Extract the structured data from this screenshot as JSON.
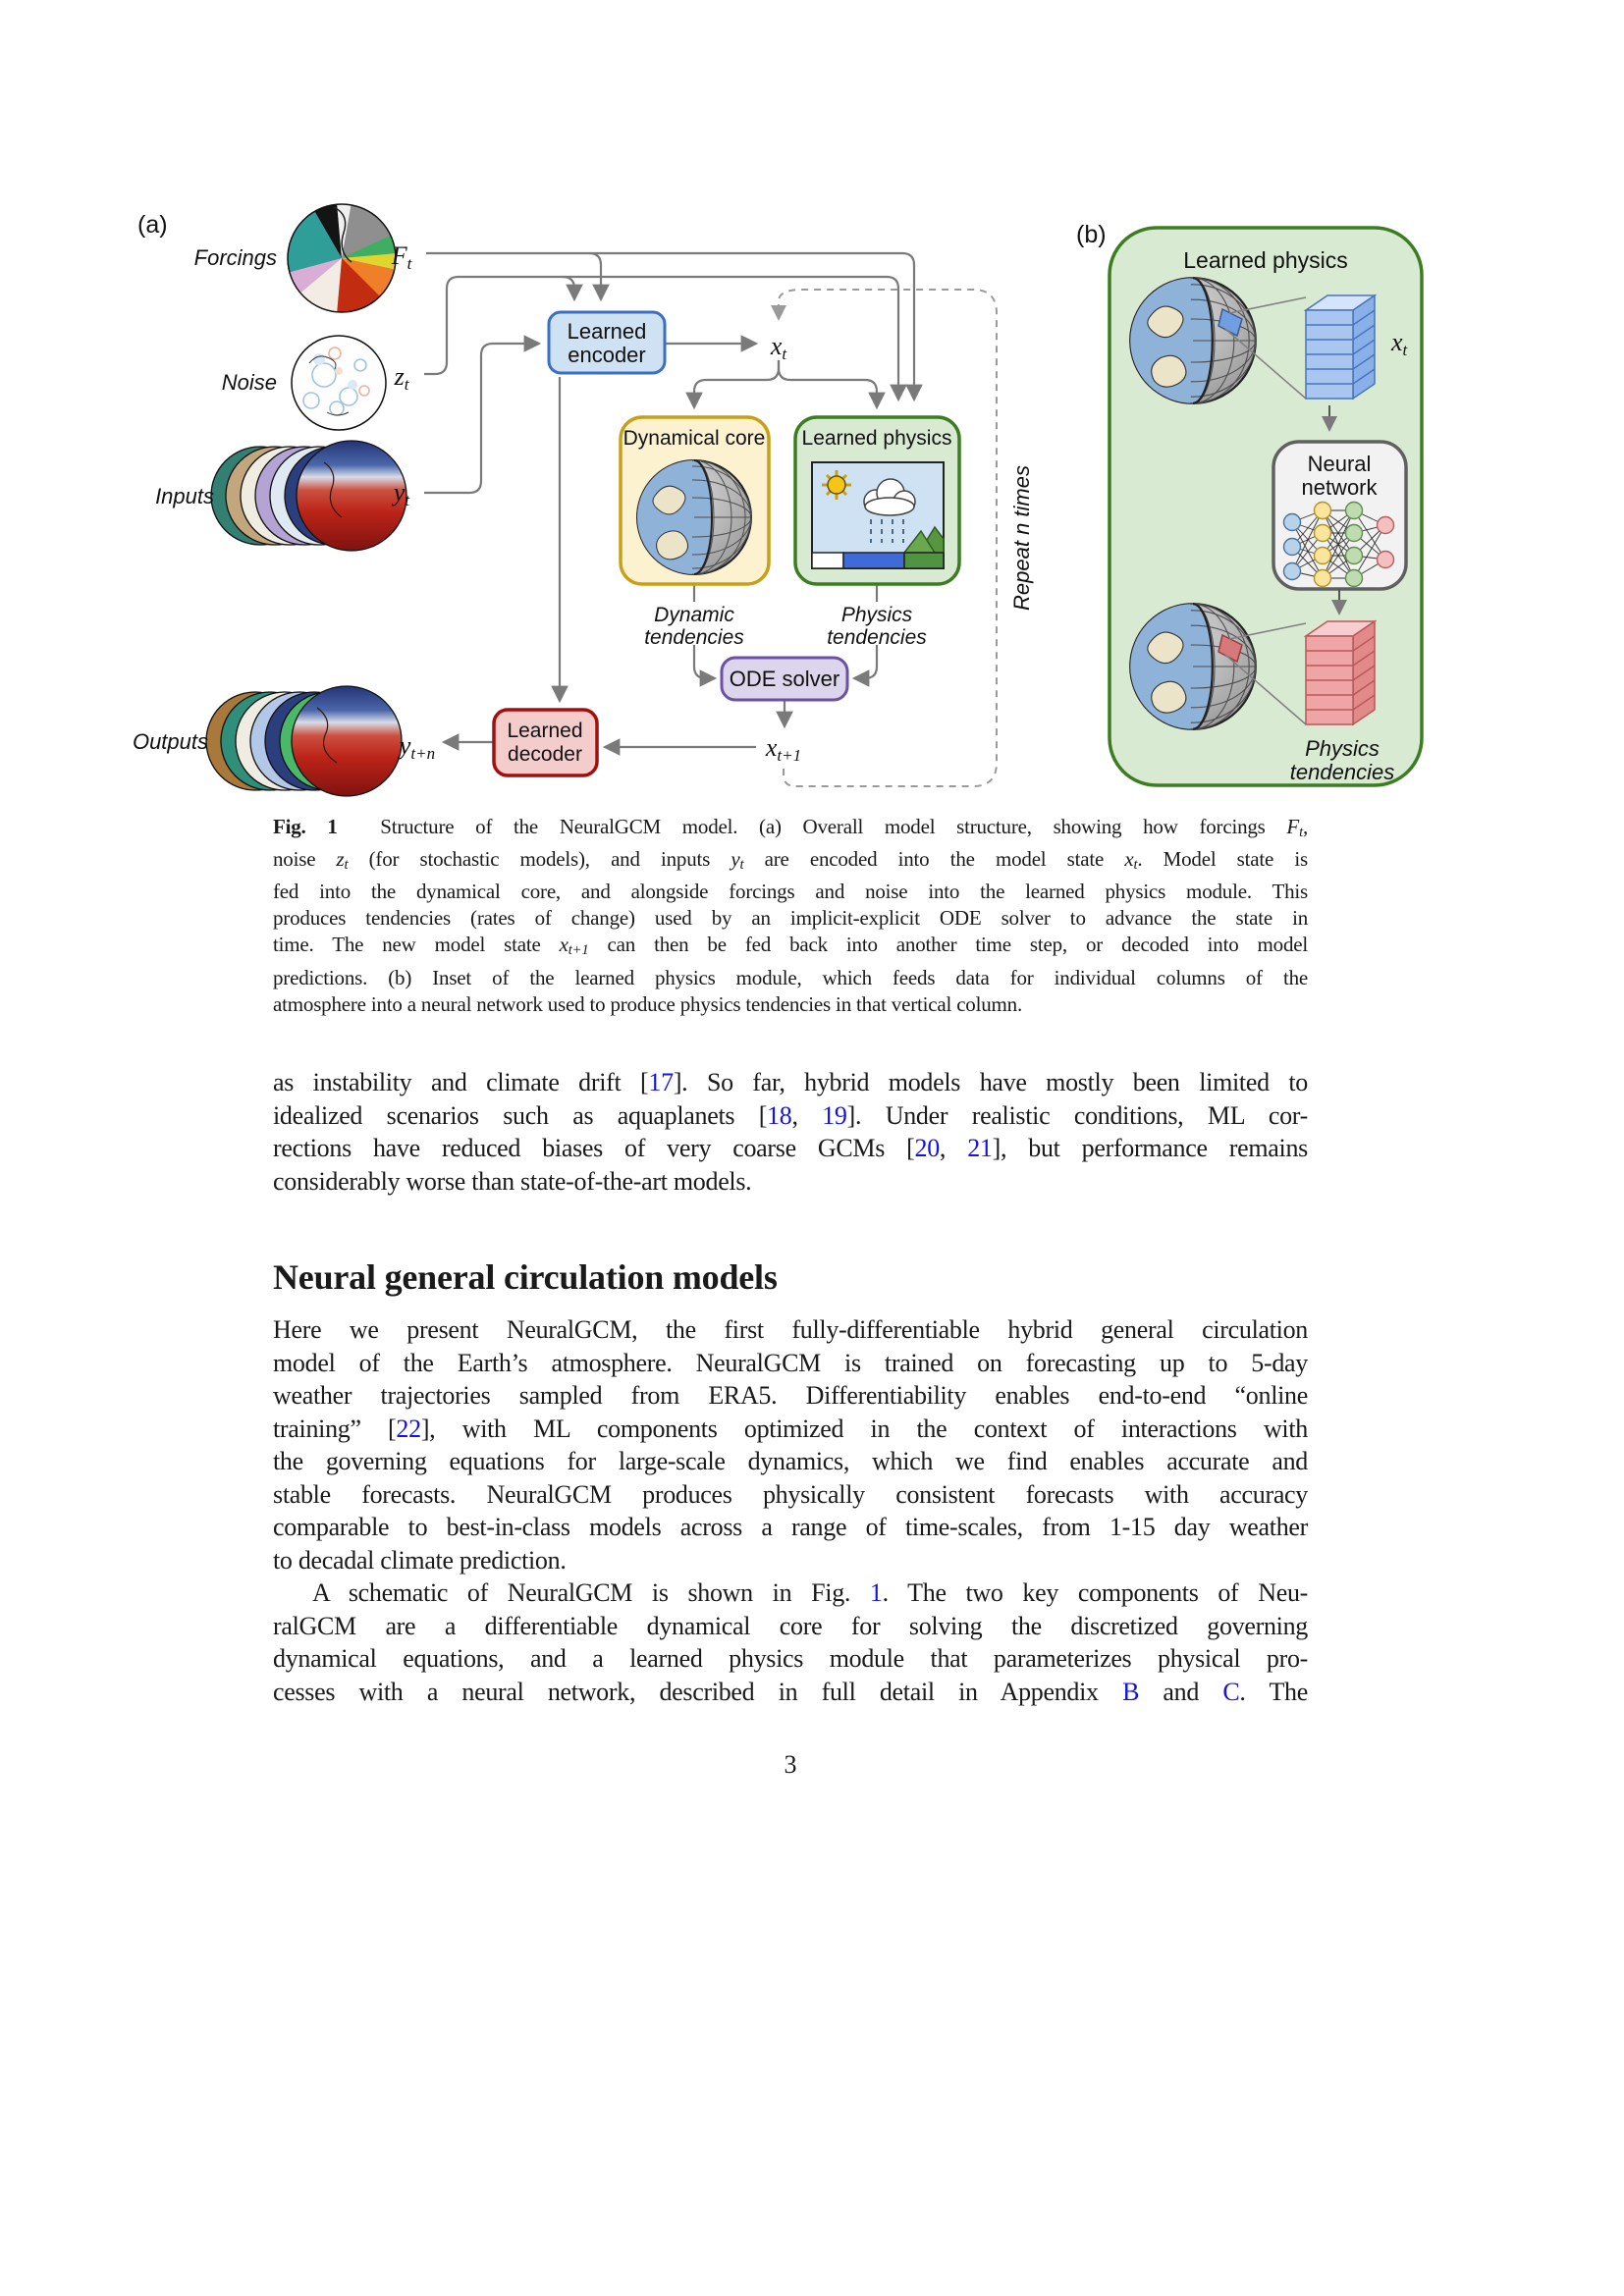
{
  "figure": {
    "panel_a_label": "(a)",
    "panel_b_label": "(b)",
    "forcings": "Forcings",
    "noise": "Noise",
    "inputs": "Inputs",
    "outputs": "Outputs",
    "sym": {
      "F": "F",
      "z": "z",
      "y": "y",
      "x": "x",
      "t": "t",
      "t1": "t+1",
      "tn": "t+n"
    },
    "encoder": [
      "Learned",
      "encoder"
    ],
    "decoder": [
      "Learned",
      "decoder"
    ],
    "dynamical_core": "Dynamical core",
    "learned_physics": "Learned physics",
    "ode": "ODE solver",
    "dyn_tend": [
      "Dynamic",
      "tendencies"
    ],
    "phys_tend": [
      "Physics",
      "tendencies"
    ],
    "repeat": "Repeat n times",
    "panel_b": {
      "title": "Learned physics",
      "nn": [
        "Neural",
        "network"
      ],
      "phys_tend": [
        "Physics",
        "tendencies"
      ]
    }
  },
  "caption": {
    "lines": [
      {
        "j": true,
        "seg": [
          [
            "b",
            "Fig. 1"
          ],
          [
            "",
            "  Structure of the NeuralGCM model. (a) Overall model structure, showing how forcings "
          ],
          [
            "m",
            "F"
          ],
          [
            "s",
            "t"
          ],
          [
            "",
            ","
          ]
        ]
      },
      {
        "j": true,
        "seg": [
          [
            "",
            "noise "
          ],
          [
            "m",
            "z"
          ],
          [
            "s",
            "t"
          ],
          [
            "",
            " (for stochastic models), and inputs "
          ],
          [
            "m",
            "y"
          ],
          [
            "s",
            "t"
          ],
          [
            "",
            " are encoded into the model state "
          ],
          [
            "m",
            "x"
          ],
          [
            "s",
            "t"
          ],
          [
            "",
            ". Model state is"
          ]
        ]
      },
      {
        "j": true,
        "seg": [
          [
            "",
            "fed into the dynamical core, and alongside forcings and noise into the learned physics module. This"
          ]
        ]
      },
      {
        "j": true,
        "seg": [
          [
            "",
            "produces tendencies (rates of change) used by an implicit-explicit ODE solver to advance the state in"
          ]
        ]
      },
      {
        "j": true,
        "seg": [
          [
            "",
            "time. The new model state "
          ],
          [
            "m",
            "x"
          ],
          [
            "s",
            "t+1"
          ],
          [
            "",
            " can then be fed back into another time step, or decoded into model"
          ]
        ]
      },
      {
        "j": true,
        "seg": [
          [
            "",
            "predictions. (b) Inset of the learned physics module, which feeds data for individual columns of the"
          ]
        ]
      },
      {
        "j": false,
        "seg": [
          [
            "",
            "atmosphere into a neural network used to produce physics tendencies in that vertical column."
          ]
        ]
      }
    ]
  },
  "body": {
    "para1": {
      "lines": [
        {
          "j": true,
          "seg": [
            [
              "",
              "as instability and climate drift ["
            ],
            [
              "c",
              "17"
            ],
            [
              "",
              "]. So far, hybrid models have mostly been limited to"
            ]
          ]
        },
        {
          "j": true,
          "seg": [
            [
              "",
              "idealized scenarios such as aquaplanets ["
            ],
            [
              "c",
              "18"
            ],
            [
              "",
              ", "
            ],
            [
              "c",
              "19"
            ],
            [
              "",
              "]. Under realistic conditions, ML cor-"
            ]
          ]
        },
        {
          "j": true,
          "seg": [
            [
              "",
              "rections have reduced biases of very coarse GCMs ["
            ],
            [
              "c",
              "20"
            ],
            [
              "",
              ", "
            ],
            [
              "c",
              "21"
            ],
            [
              "",
              "], but performance remains"
            ]
          ]
        },
        {
          "j": false,
          "seg": [
            [
              "",
              "considerably worse than state-of-the-art models."
            ]
          ]
        }
      ]
    },
    "heading": "Neural general circulation models",
    "para2": {
      "lines": [
        {
          "j": true,
          "seg": [
            [
              "",
              "Here we present NeuralGCM, the first fully-differentiable hybrid general circulation"
            ]
          ]
        },
        {
          "j": true,
          "seg": [
            [
              "",
              "model of the Earth’s atmosphere. NeuralGCM is trained on forecasting up to 5-day"
            ]
          ]
        },
        {
          "j": true,
          "seg": [
            [
              "",
              "weather trajectories sampled from ERA5. Differentiability enables end-to-end “online"
            ]
          ]
        },
        {
          "j": true,
          "seg": [
            [
              "",
              "training” ["
            ],
            [
              "c",
              "22"
            ],
            [
              "",
              "], with ML components optimized in the context of interactions with"
            ]
          ]
        },
        {
          "j": true,
          "seg": [
            [
              "",
              "the governing equations for large-scale dynamics, which we find enables accurate and"
            ]
          ]
        },
        {
          "j": true,
          "seg": [
            [
              "",
              "stable forecasts. NeuralGCM produces physically consistent forecasts with accuracy"
            ]
          ]
        },
        {
          "j": true,
          "seg": [
            [
              "",
              "comparable to best-in-class models across a range of time-scales, from 1-15 day weather"
            ]
          ]
        },
        {
          "j": false,
          "seg": [
            [
              "",
              "to decadal climate prediction."
            ]
          ]
        }
      ]
    },
    "para3": {
      "lines": [
        {
          "j": true,
          "ind": true,
          "seg": [
            [
              "",
              "A schematic of NeuralGCM is shown in Fig. "
            ],
            [
              "c",
              "1"
            ],
            [
              "",
              ". The two key components of Neu-"
            ]
          ]
        },
        {
          "j": true,
          "seg": [
            [
              "",
              "ralGCM are a differentiable dynamical core for solving the discretized governing"
            ]
          ]
        },
        {
          "j": true,
          "seg": [
            [
              "",
              "dynamical equations, and a learned physics module that parameterizes physical pro-"
            ]
          ]
        },
        {
          "j": true,
          "seg": [
            [
              "",
              "cesses with a neural network, described in full detail in Appendix "
            ],
            [
              "c",
              "B"
            ],
            [
              "",
              " and "
            ],
            [
              "c",
              "C"
            ],
            [
              "",
              ". The"
            ]
          ]
        }
      ]
    }
  },
  "page_number": "3",
  "colors": {
    "cite": "#1414e0",
    "arrow": "#7a7a7a",
    "dashed_loop": "#9a9a9a",
    "encoder_fill": "#cfe2f3",
    "encoder_border": "#3a6fc4",
    "core_fill": "#fdf2cf",
    "core_border": "#c8a018",
    "physics_fill": "#d9ead3",
    "physics_border": "#3c7d22",
    "ode_fill": "#ddd5ec",
    "ode_border": "#6a51a8",
    "decoder_fill": "#f5cccc",
    "decoder_border": "#a01010",
    "nn_box_fill": "#f2f2f2",
    "nn_box_border": "#606060",
    "nn_nodes": [
      "#b8d2ea",
      "#fbe49c",
      "#bedcb0",
      "#f5bfbf"
    ],
    "nn_node_strokes": [
      "#4a7499",
      "#b29323",
      "#5f8d4b",
      "#b26060"
    ],
    "blue_column": "#a9c6f0",
    "red_column": "#efa5a5"
  }
}
